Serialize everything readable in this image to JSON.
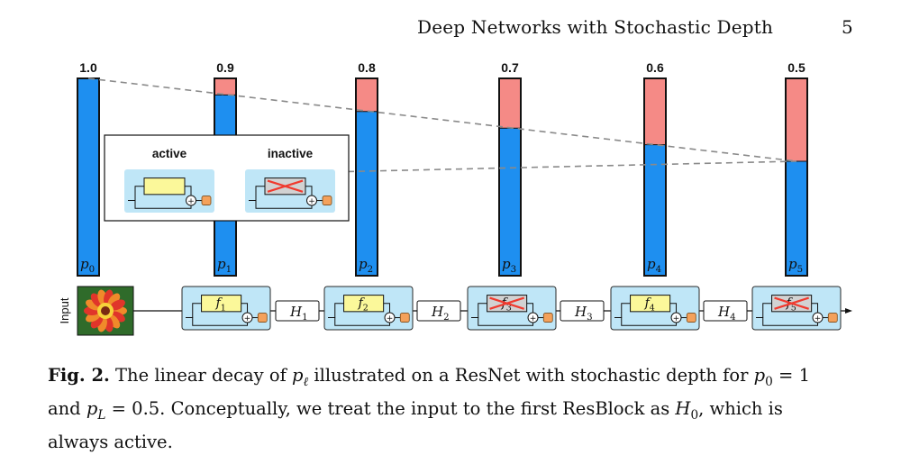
{
  "header": {
    "running_title": "Deep Networks with Stochastic Depth",
    "page_number": "5"
  },
  "figure": {
    "input_label": "Input",
    "bars": [
      {
        "prob_label": "1.0",
        "survival": 1.0,
        "p_label": "p",
        "p_sub": "0"
      },
      {
        "prob_label": "0.9",
        "survival": 0.9,
        "p_label": "p",
        "p_sub": "1"
      },
      {
        "prob_label": "0.8",
        "survival": 0.8,
        "p_label": "p",
        "p_sub": "2"
      },
      {
        "prob_label": "0.7",
        "survival": 0.7,
        "p_label": "p",
        "p_sub": "3"
      },
      {
        "prob_label": "0.6",
        "survival": 0.6,
        "p_label": "p",
        "p_sub": "4"
      },
      {
        "prob_label": "0.5",
        "survival": 0.5,
        "p_label": "p",
        "p_sub": "5"
      }
    ],
    "legend": {
      "active_label": "active",
      "inactive_label": "inactive"
    },
    "blocks": [
      {
        "f_label": "f",
        "f_sub": "1",
        "active": true
      },
      {
        "f_label": "f",
        "f_sub": "2",
        "active": true
      },
      {
        "f_label": "f",
        "f_sub": "3",
        "active": false
      },
      {
        "f_label": "f",
        "f_sub": "4",
        "active": true
      },
      {
        "f_label": "f",
        "f_sub": "5",
        "active": false
      }
    ],
    "transitions": [
      {
        "label": "H",
        "sub": "1"
      },
      {
        "label": "H",
        "sub": "2"
      },
      {
        "label": "H",
        "sub": "3"
      },
      {
        "label": "H",
        "sub": "4"
      }
    ],
    "colors": {
      "survive": "#1e8ff0",
      "drop": "#f58a86",
      "block_bg": "#bfe6f7",
      "f_box": "#fbf89a",
      "f_box_inactive": "#d2d2d2",
      "cross": "#f03a2e",
      "orange": "#f4a15b"
    }
  },
  "caption": {
    "fig_label": "Fig. 2.",
    "line1": " The linear decay of ",
    "p_ell": "p",
    "p_ell_sub": "ℓ",
    "line1b": " illustrated on a ResNet with stochastic depth for ",
    "p0": "p",
    "p0_sub": "0",
    "eq1": " = 1",
    "line2a": "and ",
    "pL": "p",
    "pL_sub": "L",
    "eq2": " = 0.5. Conceptually, we treat the input to the first ResBlock as ",
    "H0": "H",
    "H0_sub": "0",
    "line2b": ", which is",
    "line3": "always active."
  }
}
